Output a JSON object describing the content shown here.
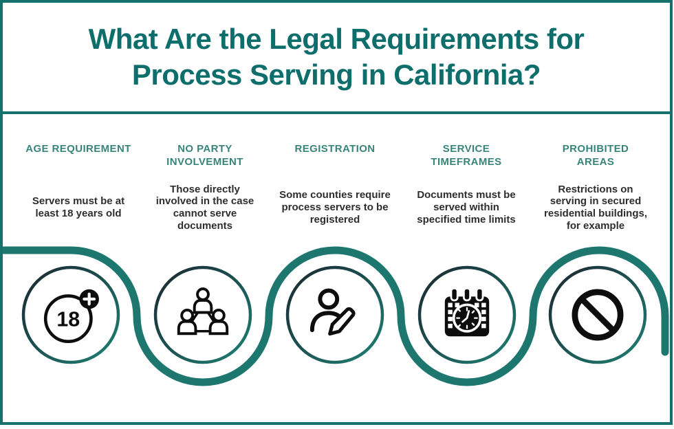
{
  "title": "What Are the Legal Requirements for\nProcess Serving in California?",
  "columns": [
    {
      "heading": "AGE REQUIREMENT",
      "body": "Servers must be at\nleast 18 years old",
      "icon": "age-18-plus-icon",
      "badge_text": "18"
    },
    {
      "heading": "NO PARTY\nINVOLVEMENT",
      "body": "Those directly\ninvolved in the case\ncannot serve\ndocuments",
      "icon": "people-network-icon"
    },
    {
      "heading": "REGISTRATION",
      "body": "Some counties require\nprocess servers to be\nregistered",
      "icon": "person-edit-icon"
    },
    {
      "heading": "SERVICE\nTIMEFRAMES",
      "body": "Documents must be\nserved within\nspecified time limits",
      "icon": "calendar-clock-icon"
    },
    {
      "heading": "PROHIBITED\nAREAS",
      "body": "Restrictions on\nserving in secured\nresidential buildings,\nfor example",
      "icon": "prohibited-icon"
    }
  ],
  "colors": {
    "frame": "#15716c",
    "title": "#0e6e6c",
    "heading": "#38847a",
    "body_text": "#2e2e2e",
    "wave": "#1d776f",
    "ring_gradient_dark": "#1b2630",
    "ring_gradient_teal": "#1f8073",
    "icon": "#0d0d0d",
    "background": "#ffffff"
  }
}
